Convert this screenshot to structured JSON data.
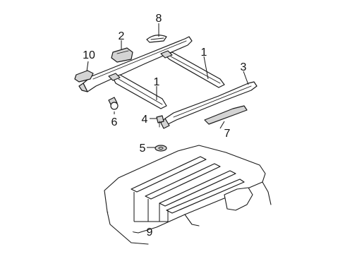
{
  "diagram": {
    "callouts": {
      "c1a": "1",
      "c1b": "1",
      "c2": "2",
      "c3": "3",
      "c4": "4",
      "c5": "5",
      "c6": "6",
      "c7": "7",
      "c8": "8",
      "c9": "9",
      "c10": "10"
    }
  }
}
